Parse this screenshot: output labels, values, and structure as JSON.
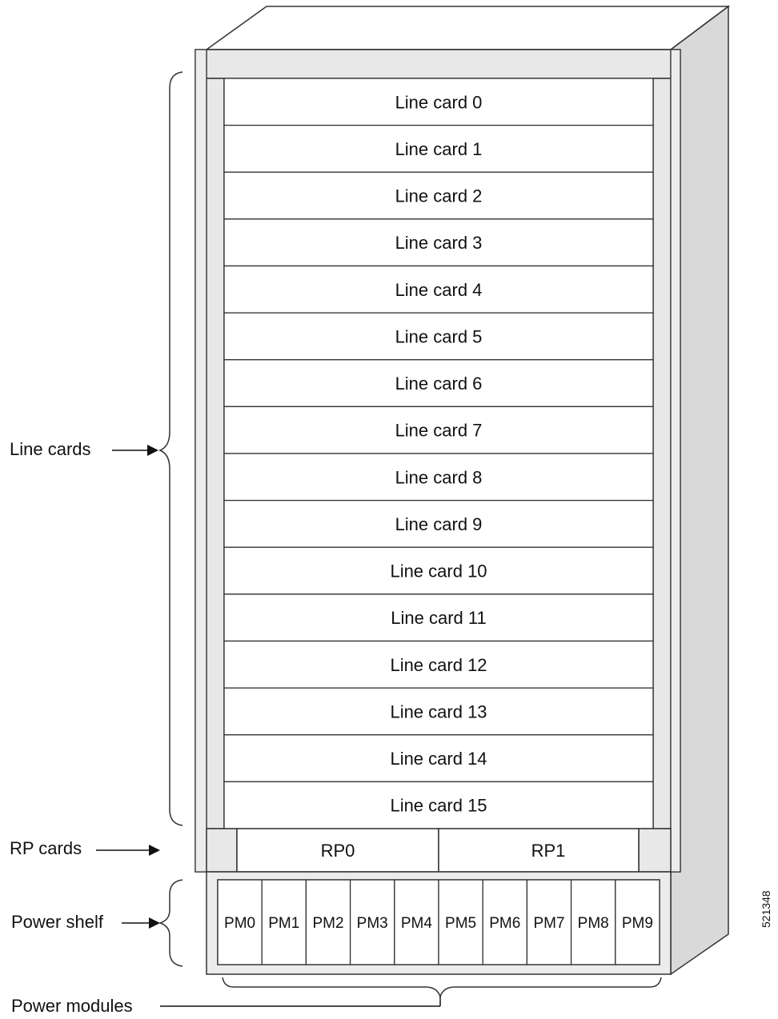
{
  "line_cards": [
    "Line card 0",
    "Line card 1",
    "Line card 2",
    "Line card 3",
    "Line card 4",
    "Line card 5",
    "Line card 6",
    "Line card 7",
    "Line card 8",
    "Line card 9",
    "Line card 10",
    "Line card 11",
    "Line card 12",
    "Line card 13",
    "Line card 14",
    "Line card 15"
  ],
  "rp_cards": [
    "RP0",
    "RP1"
  ],
  "power_modules": [
    "PM0",
    "PM1",
    "PM2",
    "PM3",
    "PM4",
    "PM5",
    "PM6",
    "PM7",
    "PM8",
    "PM9"
  ],
  "callouts": {
    "line_cards": "Line cards",
    "rp_cards": "RP cards",
    "power_shelf": "Power shelf",
    "power_modules": "Power modules"
  },
  "figure_id": "521348",
  "colors": {
    "chassis_side": "#d9d9d9",
    "rail": "#e8e8e8",
    "outline": "#333333",
    "panel": "#ffffff"
  }
}
